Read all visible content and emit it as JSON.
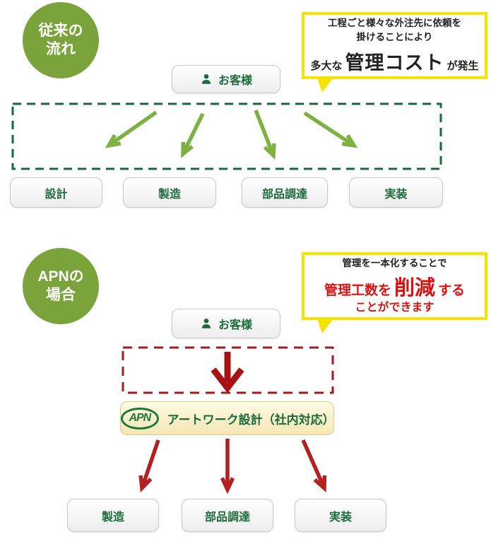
{
  "colors": {
    "badge_green": "#7AA33C",
    "dark_green_dash": "#17693A",
    "light_green_arrow": "#7DB243",
    "callout_yellow": "#F5E400",
    "dark_red_dash": "#A31B1B",
    "red_arrow": "#B41F1F",
    "red_text": "#DD1111",
    "button_text_green": "#1B6B3B",
    "apn_bar_bg": "#F8EDC4"
  },
  "section_traditional": {
    "badge": {
      "line1": "従来の",
      "line2": "流れ"
    },
    "callout": {
      "line1": "工程ごと様々な外注先に依頼を",
      "line2": "掛けることにより",
      "line3_prefix": "多大な",
      "line3_emphasis": "管理コスト",
      "line3_suffix": "が発生"
    },
    "customer": {
      "label": "お客様"
    },
    "steps": [
      "設計",
      "製造",
      "部品調達",
      "実装"
    ]
  },
  "section_apn": {
    "badge": {
      "line1": "APNの",
      "line2": "場合"
    },
    "callout": {
      "line1": "管理を一本化することで",
      "line2_prefix": "管理工数を",
      "line2_emphasis": "削減",
      "line2_suffix": "する",
      "line3": "ことができます"
    },
    "customer": {
      "label": "お客様"
    },
    "apn_bar": {
      "logo": "APN",
      "label": "アートワーク設計（社内対応）"
    },
    "steps": [
      "製造",
      "部品調達",
      "実装"
    ]
  }
}
